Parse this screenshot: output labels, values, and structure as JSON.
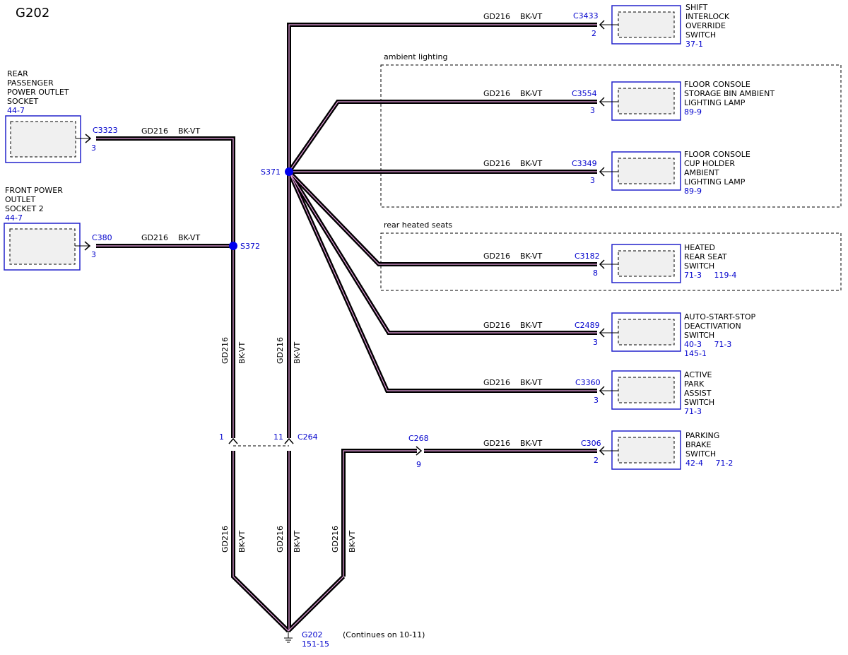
{
  "title": "G202",
  "wire": {
    "circuit": "GD216",
    "color": "BK-VT"
  },
  "groups": {
    "ambient": "ambient lighting",
    "heated": "rear heated seats"
  },
  "splices": {
    "s371": "S371",
    "s372": "S372"
  },
  "components": {
    "shift": {
      "lines": [
        "SHIFT",
        "INTERLOCK",
        "OVERRIDE",
        "SWITCH"
      ],
      "ref": "37-1",
      "connector": "C3433",
      "pin": "2"
    },
    "bin": {
      "lines": [
        "FLOOR CONSOLE",
        "STORAGE BIN AMBIENT",
        "LIGHTING LAMP"
      ],
      "ref": "89-9",
      "connector": "C3554",
      "pin": "3"
    },
    "cup": {
      "lines": [
        "FLOOR CONSOLE",
        "CUP HOLDER",
        "AMBIENT",
        "LIGHTING LAMP"
      ],
      "ref": "89-9",
      "connector": "C3349",
      "pin": "3"
    },
    "heated": {
      "lines": [
        "HEATED",
        "REAR SEAT",
        "SWITCH"
      ],
      "ref": "71-3     119-4",
      "connector": "C3182",
      "pin": "8"
    },
    "auto": {
      "lines": [
        "AUTO-START-STOP",
        "DEACTIVATION",
        "SWITCH"
      ],
      "ref": "40-3     71-3",
      "ref2": "145-1",
      "connector": "C2489",
      "pin": "3"
    },
    "park": {
      "lines": [
        "ACTIVE",
        "PARK",
        "ASSIST",
        "SWITCH"
      ],
      "ref": "71-3",
      "connector": "C3360",
      "pin": "3"
    },
    "brake": {
      "lines": [
        "PARKING",
        "BRAKE",
        "SWITCH"
      ],
      "ref": "42-4     71-2",
      "connector": "C306",
      "pin": "2"
    },
    "rear": {
      "lines": [
        "REAR",
        "PASSENGER",
        "POWER OUTLET",
        "SOCKET"
      ],
      "ref": "44-7",
      "connector": "C3323",
      "pin": "3"
    },
    "front": {
      "lines": [
        "FRONT POWER",
        "OUTLET",
        "SOCKET 2"
      ],
      "ref": "44-7",
      "connector": "C380",
      "pin": "3"
    }
  },
  "inline": {
    "c264": "C264",
    "c264_pin_a": "1",
    "c264_pin_b": "11",
    "c268": "C268",
    "c268_pin": "9"
  },
  "ground": {
    "name": "G202",
    "ref": "151-15",
    "note": "(Continues on 10-11)"
  }
}
